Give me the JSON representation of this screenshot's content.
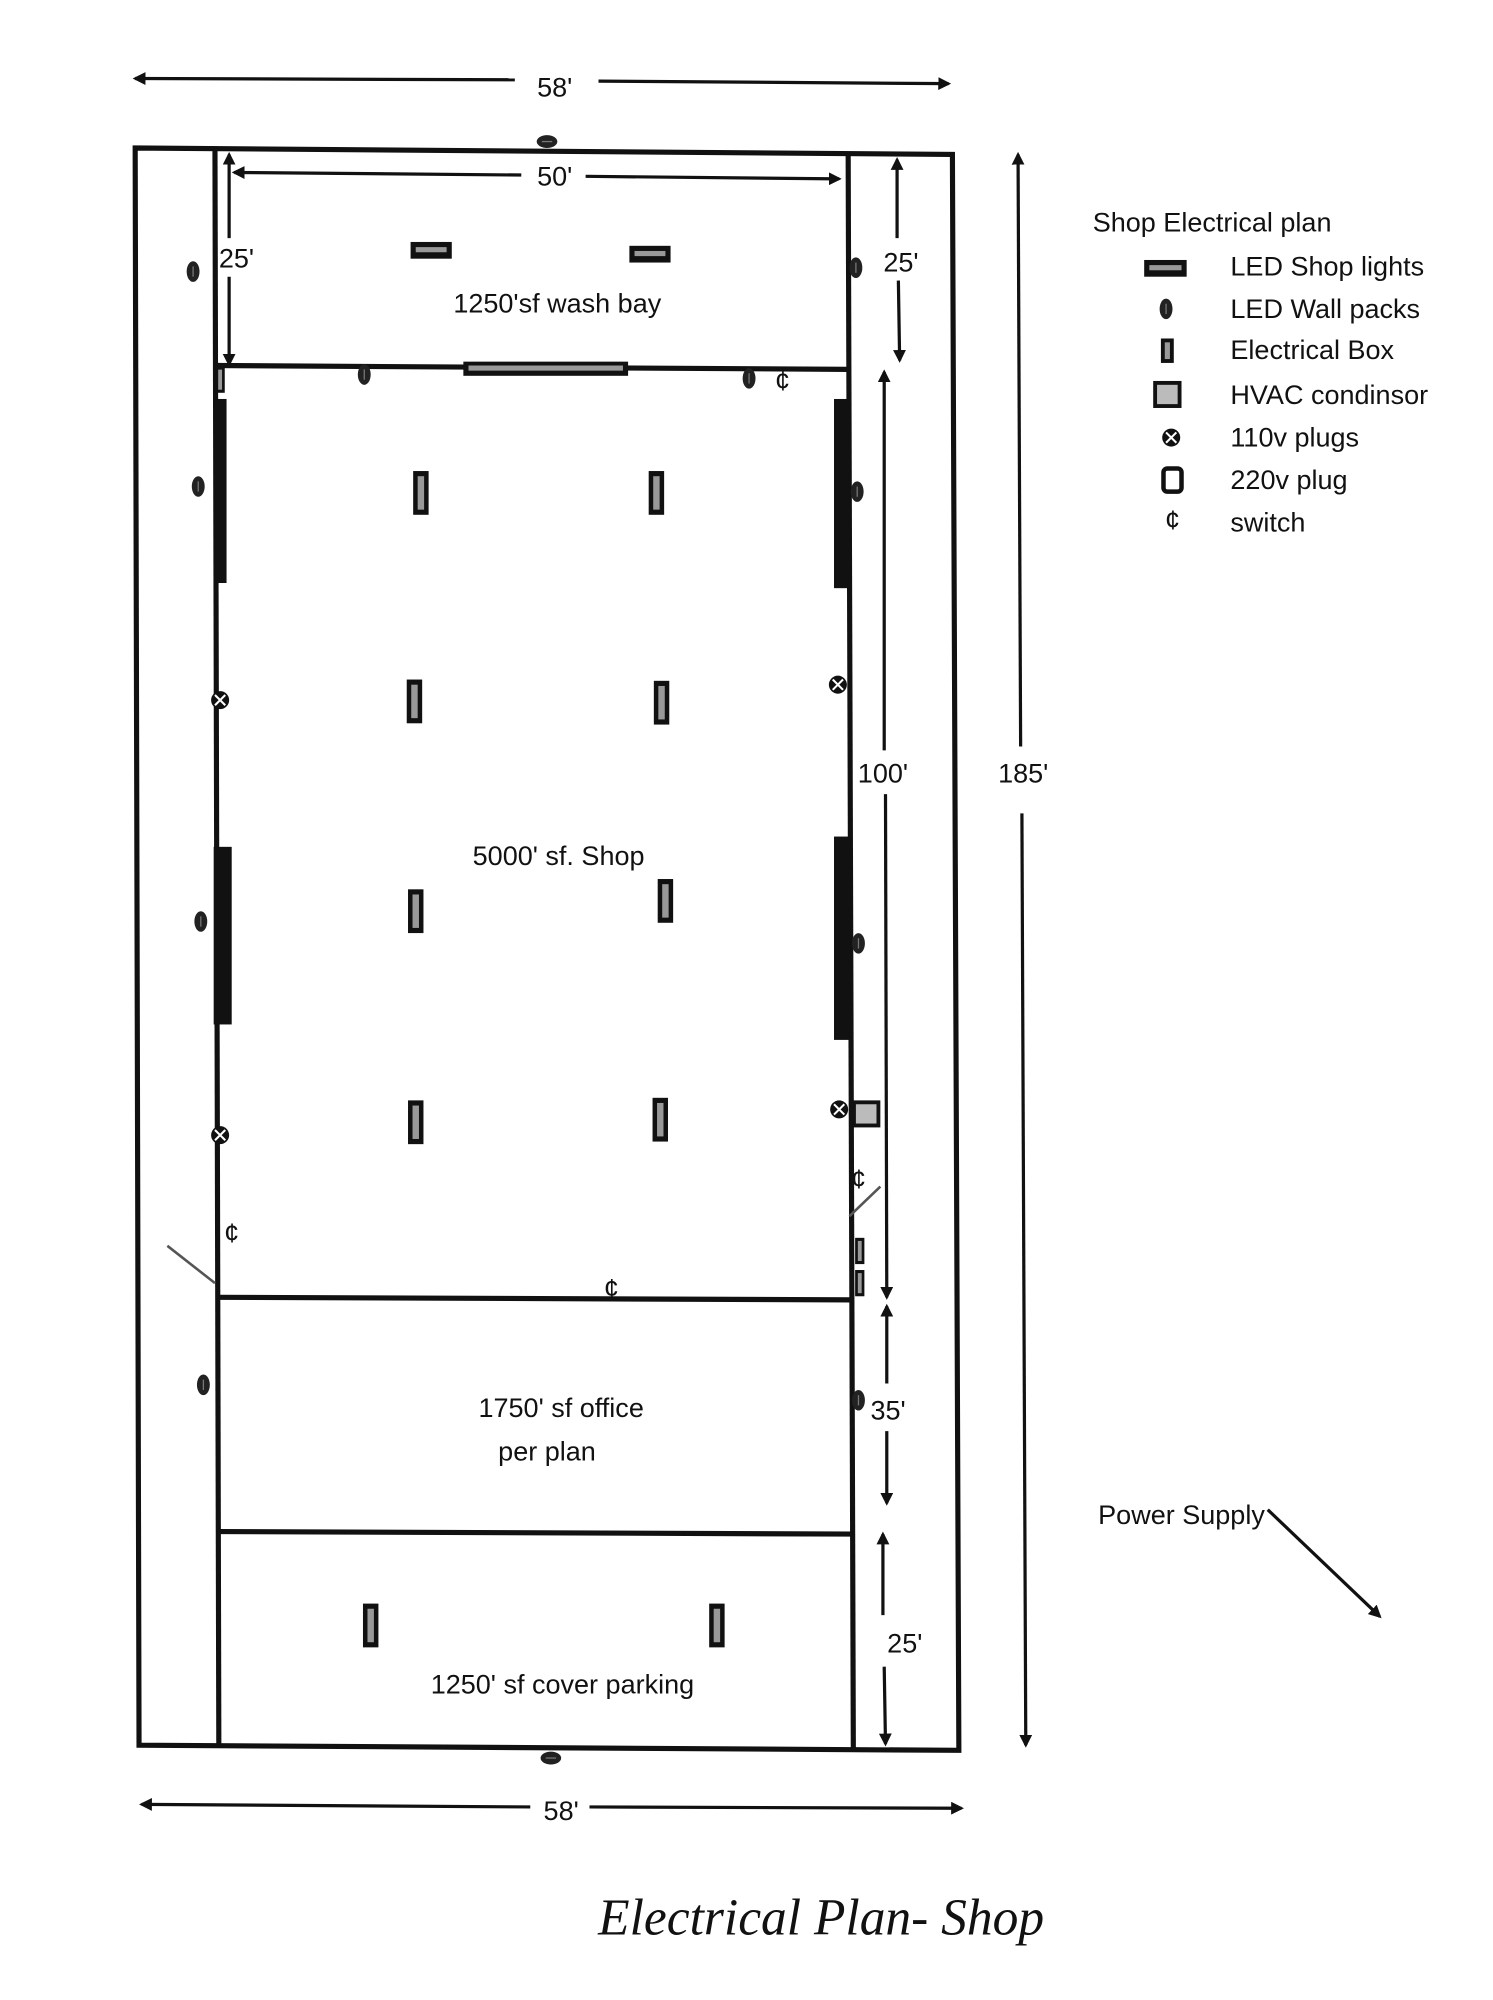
{
  "dimensions": {
    "overall_width_top": "58'",
    "overall_width_bottom": "58'",
    "inner_width": "50'",
    "wash_bay_depth_left": "25'",
    "wash_bay_depth_right": "25'",
    "shop_depth": "100'",
    "overall_length": "185'",
    "office_depth": "35'",
    "parking_depth": "25'"
  },
  "rooms": {
    "wash_bay": "1250'sf wash bay",
    "shop": "5000' sf. Shop",
    "office_line1": "1750' sf office",
    "office_line2": "per plan",
    "parking": "1250' sf cover parking"
  },
  "legend": {
    "title": "Shop Electrical plan",
    "items": [
      {
        "icon": "led-shop-light-icon",
        "label": "LED Shop lights"
      },
      {
        "icon": "led-wall-pack-icon",
        "label": "LED Wall packs"
      },
      {
        "icon": "electrical-box-icon",
        "label": "Electrical Box"
      },
      {
        "icon": "hvac-condenser-icon",
        "label": "HVAC condinsor"
      },
      {
        "icon": "110v-plug-icon",
        "label": "110v plugs"
      },
      {
        "icon": "220v-plug-icon",
        "label": "220v plug"
      },
      {
        "icon": "switch-icon",
        "label": "switch"
      }
    ]
  },
  "power_supply": "Power Supply",
  "switch_symbol": "¢",
  "title": "Electrical Plan- Shop"
}
